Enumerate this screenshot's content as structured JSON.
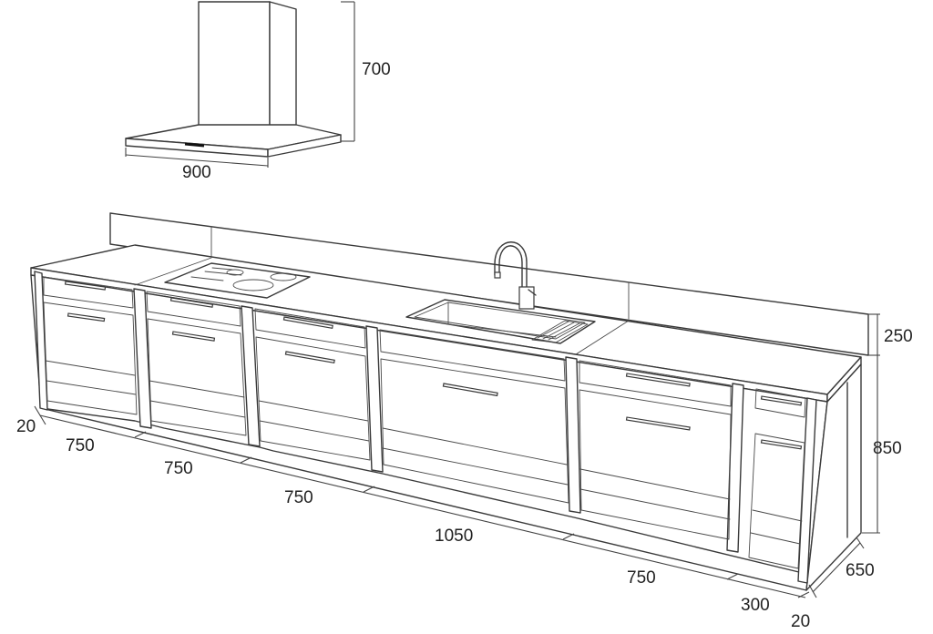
{
  "range_hood": {
    "height_label": "700",
    "width_label": "900"
  },
  "counter": {
    "backsplash_label": "250",
    "height_label": "850",
    "depth_label": "650",
    "left_panel_label": "20",
    "right_panel_label": "20",
    "cabinet_widths": [
      "750",
      "750",
      "750",
      "1050",
      "750",
      "300"
    ]
  }
}
